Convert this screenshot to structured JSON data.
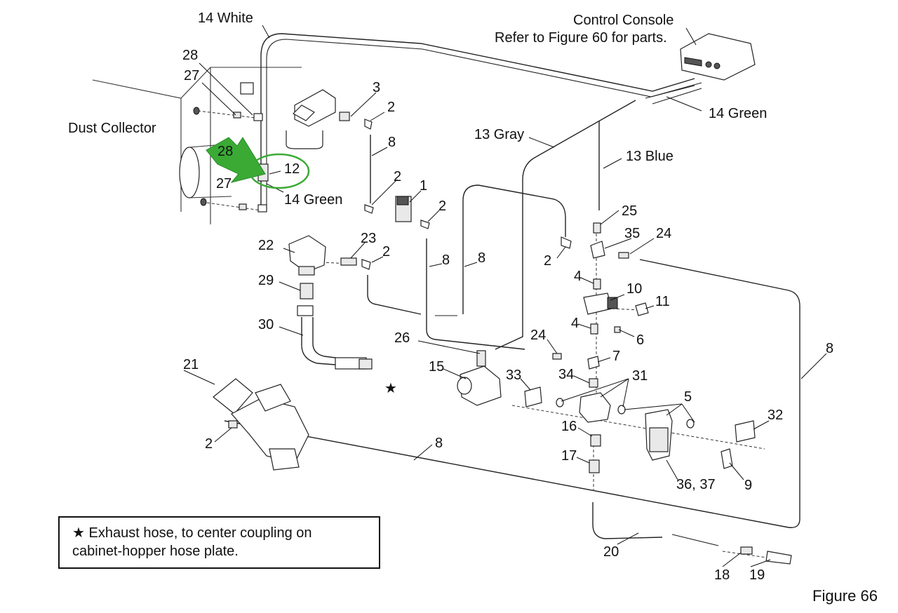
{
  "labels": {
    "white_14": "14 White",
    "console_line1": "Control Console",
    "console_line2": "Refer to Figure 60 for parts.",
    "dust_collector": "Dust Collector",
    "green_14_top": "14 Green",
    "green_14_left": "14 Green",
    "gray_13": "13 Gray",
    "blue_13": "13 Blue"
  },
  "callouts": {
    "p28a": "28",
    "p27a": "27",
    "p28b": "28",
    "p27b": "27",
    "p3": "3",
    "p2a": "2",
    "p8a": "8",
    "p12": "12",
    "p2b": "2",
    "p1": "1",
    "p2c": "2",
    "p22": "22",
    "p23": "23",
    "p2d": "2",
    "p29": "29",
    "p30": "30",
    "p8b": "8",
    "p8c": "8",
    "p25": "25",
    "p35": "35",
    "p24a": "24",
    "p2e": "2",
    "p4a": "4",
    "p10": "10",
    "p11": "11",
    "p4b": "4",
    "p6": "6",
    "p26": "26",
    "p24b": "24",
    "p7": "7",
    "p15": "15",
    "p33": "33",
    "p34": "34",
    "p31": "31",
    "p21": "21",
    "p2f": "2",
    "p8d": "8",
    "p8e": "8",
    "p5": "5",
    "p32": "32",
    "p16": "16",
    "p17": "17",
    "p3637": "36, 37",
    "p9": "9",
    "p20": "20",
    "p18": "18",
    "p19": "19"
  },
  "note": {
    "symbol": "★",
    "line1": "Exhaust hose, to center coupling on",
    "line2": "cabinet-hopper hose plate."
  },
  "figure_label": "Figure 66",
  "highlight": {
    "arrow_color": "#3aaa35",
    "circle_color": "#3aaa35"
  }
}
